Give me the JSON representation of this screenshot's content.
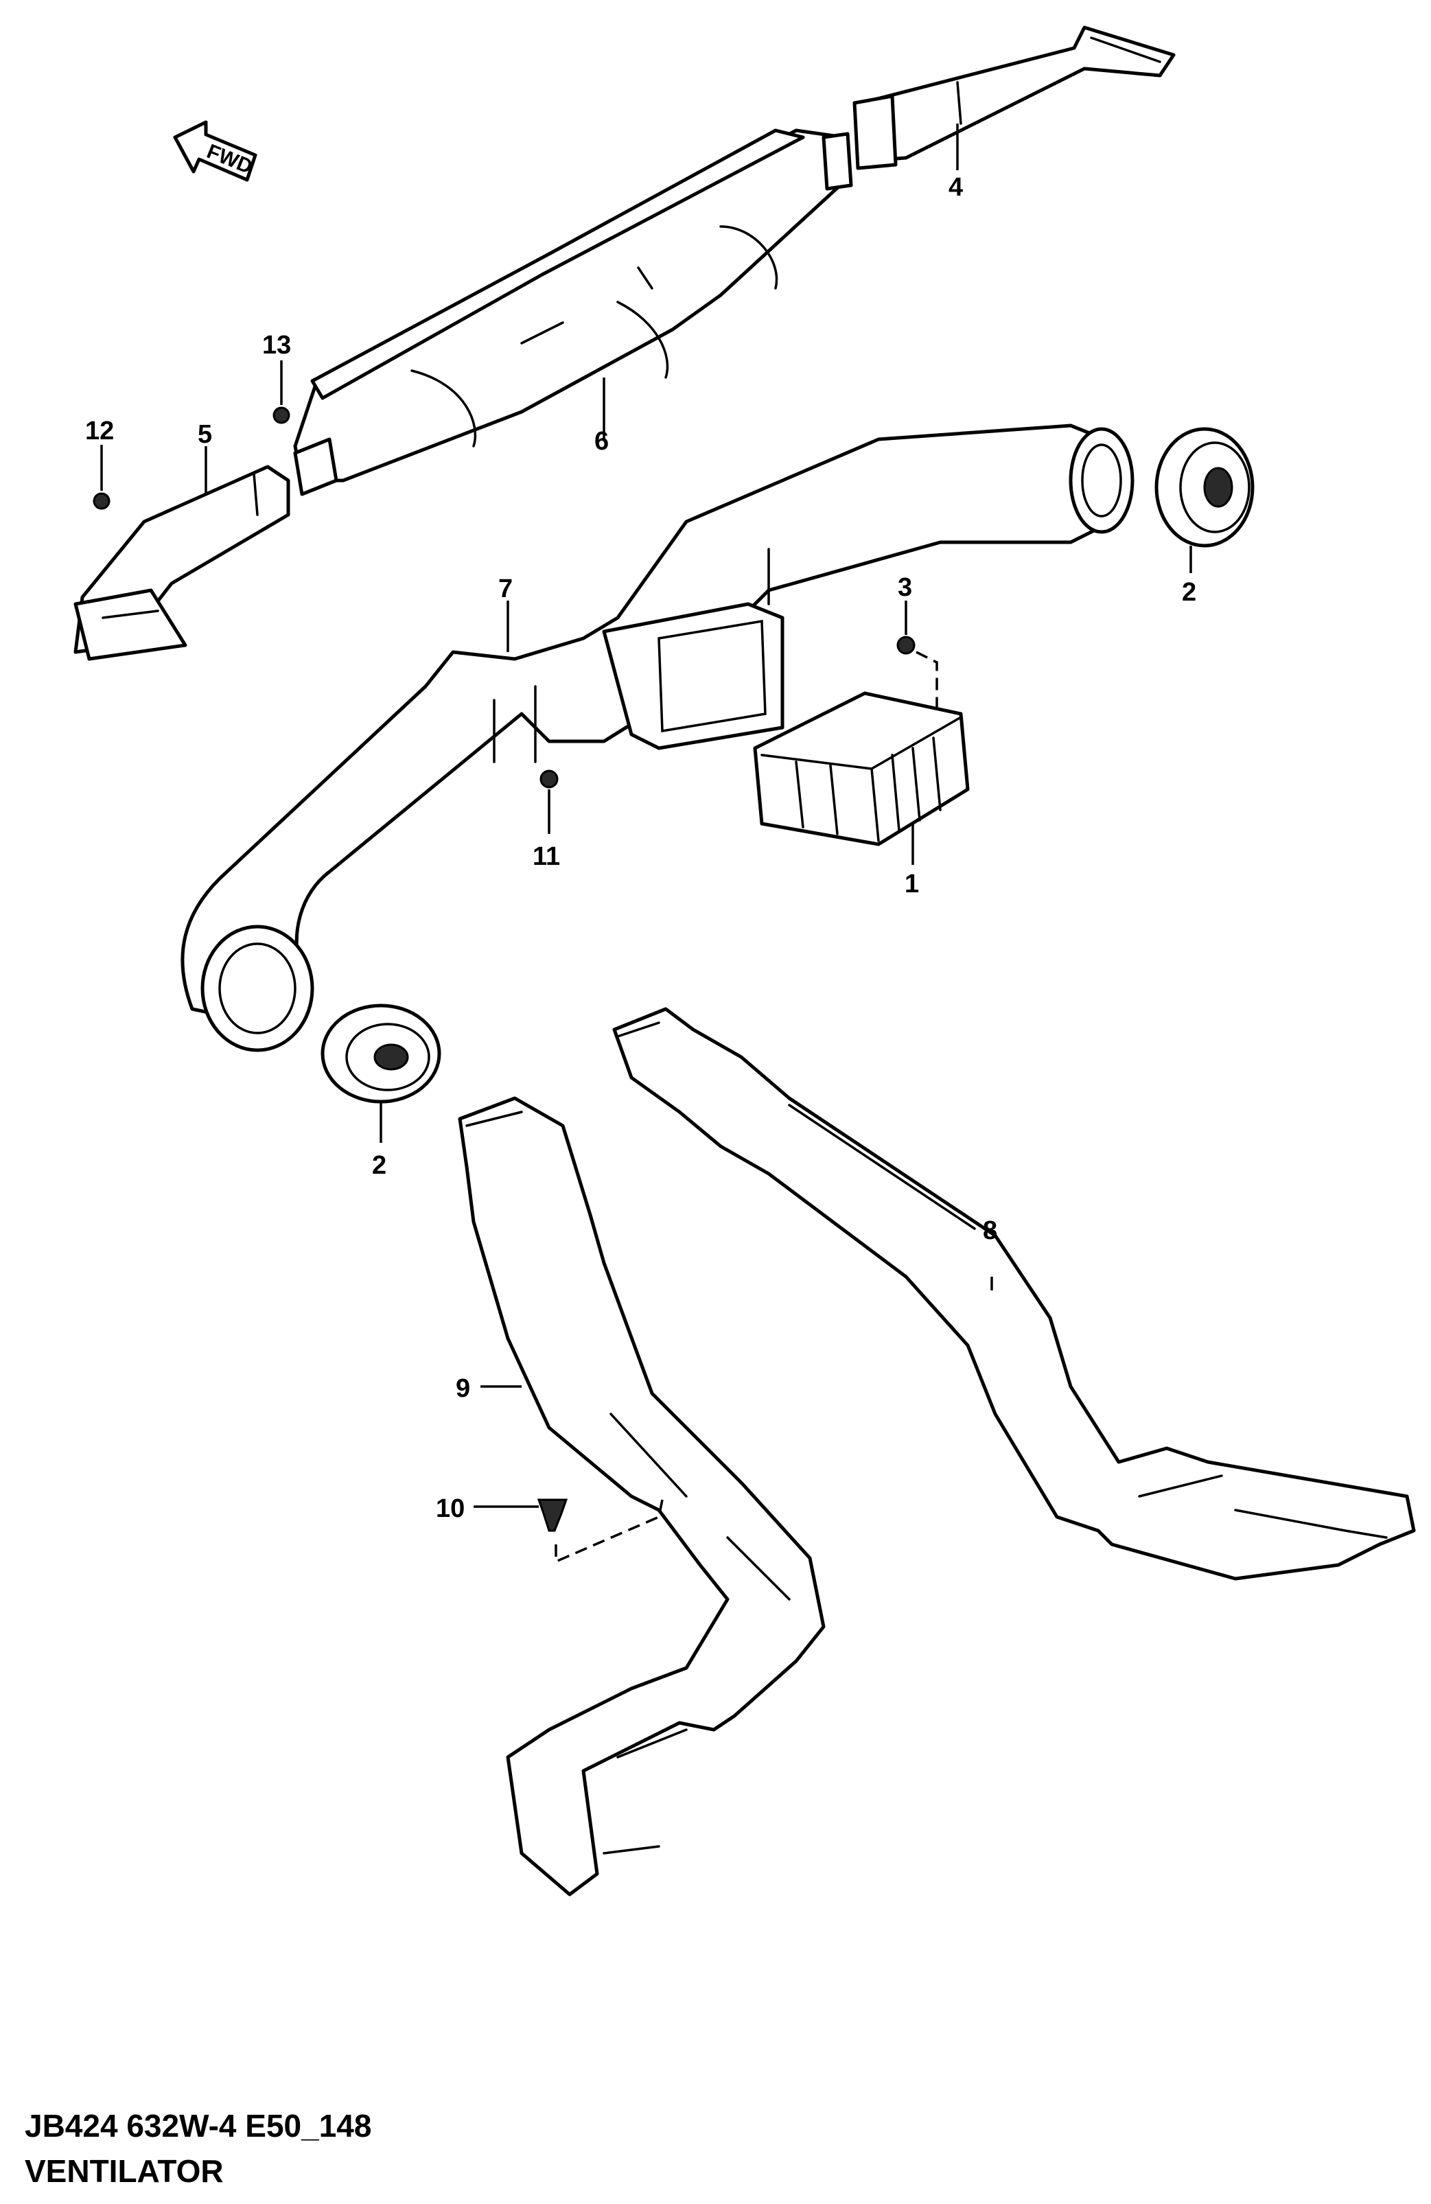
{
  "direction_label": "FWD",
  "callouts": {
    "p1": "1",
    "p2a": "2",
    "p2b": "2",
    "p3": "3",
    "p4": "4",
    "p5": "5",
    "p6": "6",
    "p7": "7",
    "p8": "8",
    "p9": "9",
    "p10": "10",
    "p11": "11",
    "p12": "12",
    "p13": "13"
  },
  "caption": {
    "code": "JB424 632W-4 E50_148",
    "title": "VENTILATOR"
  },
  "colors": {
    "line": "#000000",
    "background": "#ffffff"
  }
}
